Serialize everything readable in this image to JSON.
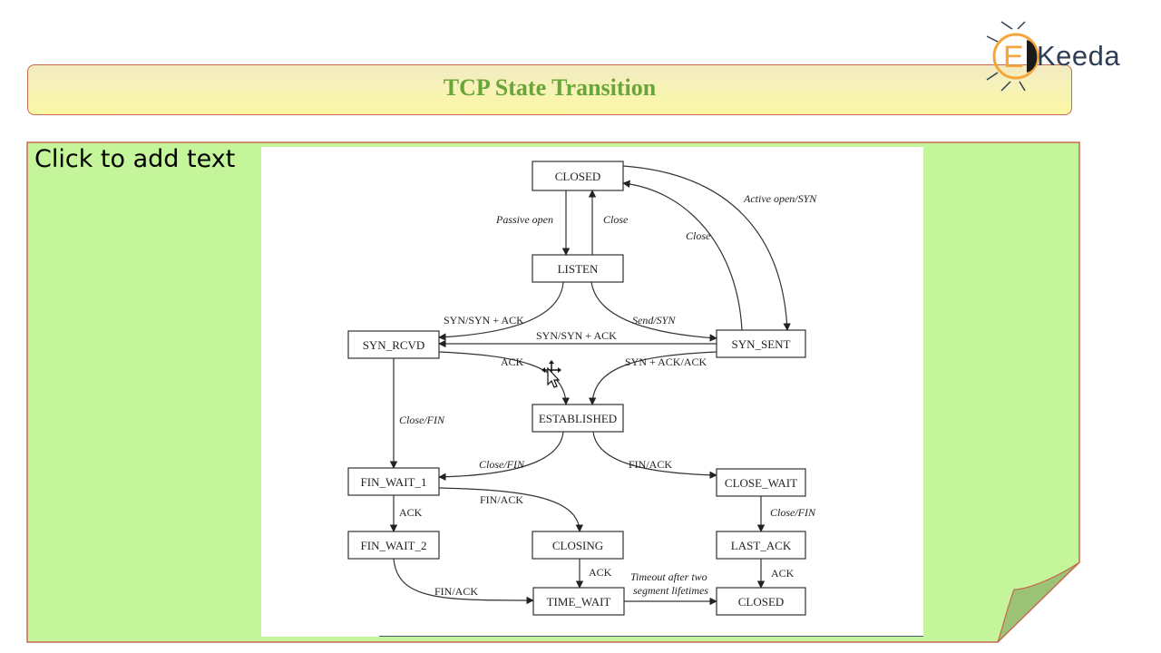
{
  "slide": {
    "title": "TCP State Transition",
    "placeholder": "Click to add text"
  },
  "logo": {
    "letter": "E",
    "text": "Keeda"
  },
  "diagram": {
    "states": {
      "closed_top": "CLOSED",
      "listen": "LISTEN",
      "syn_rcvd": "SYN_RCVD",
      "syn_sent": "SYN_SENT",
      "established": "ESTABLISHED",
      "fin_wait_1": "FIN_WAIT_1",
      "close_wait": "CLOSE_WAIT",
      "fin_wait_2": "FIN_WAIT_2",
      "closing": "CLOSING",
      "last_ack": "LAST_ACK",
      "time_wait": "TIME_WAIT",
      "closed_bottom": "CLOSED"
    },
    "transitions": {
      "passive_open": "Passive open",
      "close_listen": "Close",
      "active_open": "Active open/SYN",
      "close_synsent": "Close",
      "syn_synack_listen": "SYN/SYN + ACK",
      "send_syn": "Send/SYN",
      "syn_synack_simul": "SYN/SYN + ACK",
      "ack": "ACK",
      "synack_ack": "SYN + ACK/ACK",
      "close_fin_rcvd": "Close/FIN",
      "close_fin_est": "Close/FIN",
      "fin_ack_est": "FIN/ACK",
      "fin_ack_fw1": "FIN/ACK",
      "ack_fw1": "ACK",
      "close_fin_cw": "Close/FIN",
      "ack_closing": "ACK",
      "ack_lastack": "ACK",
      "fin_ack_fw2": "FIN/ACK",
      "timeout_line1": "Timeout after two",
      "timeout_line2": "segment lifetimes"
    }
  },
  "colors": {
    "title_text": "#6aa539",
    "panel_fill": "#c5f59a",
    "panel_border": "#c8664f",
    "logo_orange": "#f4a63a",
    "logo_text": "#2f3e54"
  }
}
